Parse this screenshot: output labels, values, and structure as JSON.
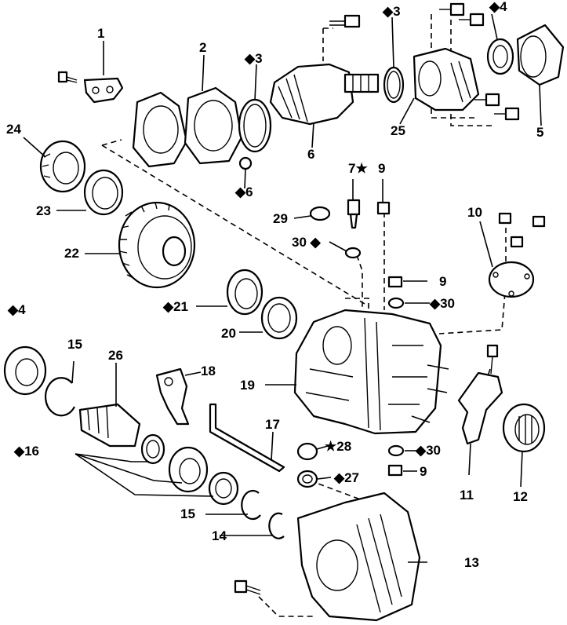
{
  "symbols": {
    "diamond": "◆",
    "star": "★"
  },
  "labels": [
    {
      "id": "l1",
      "text": "1"
    },
    {
      "id": "l2",
      "text": "2"
    },
    {
      "id": "l3a",
      "text": "3",
      "mark": "diamond"
    },
    {
      "id": "l3b",
      "text": "3",
      "mark": "diamond"
    },
    {
      "id": "l4a",
      "text": "4",
      "mark": "diamond"
    },
    {
      "id": "l4b",
      "text": "4",
      "mark": "diamond"
    },
    {
      "id": "l5",
      "text": "5"
    },
    {
      "id": "l6a",
      "text": "6"
    },
    {
      "id": "l6b",
      "text": "6",
      "mark": "diamond"
    },
    {
      "id": "l7",
      "text": "7",
      "mark": "star"
    },
    {
      "id": "l9a",
      "text": "9"
    },
    {
      "id": "l9b",
      "text": "9"
    },
    {
      "id": "l9c",
      "text": "9"
    },
    {
      "id": "l10",
      "text": "10"
    },
    {
      "id": "l11",
      "text": "11"
    },
    {
      "id": "l12",
      "text": "12"
    },
    {
      "id": "l13",
      "text": "13"
    },
    {
      "id": "l14",
      "text": "14"
    },
    {
      "id": "l15a",
      "text": "15"
    },
    {
      "id": "l15b",
      "text": "15"
    },
    {
      "id": "l16",
      "text": "16",
      "mark": "diamond"
    },
    {
      "id": "l17",
      "text": "17"
    },
    {
      "id": "l18",
      "text": "18"
    },
    {
      "id": "l19",
      "text": "19"
    },
    {
      "id": "l20",
      "text": "20"
    },
    {
      "id": "l21",
      "text": "21",
      "mark": "diamond"
    },
    {
      "id": "l22",
      "text": "22"
    },
    {
      "id": "l23",
      "text": "23"
    },
    {
      "id": "l24",
      "text": "24"
    },
    {
      "id": "l25",
      "text": "25"
    },
    {
      "id": "l26",
      "text": "26"
    },
    {
      "id": "l27",
      "text": "27",
      "mark": "diamond"
    },
    {
      "id": "l28",
      "text": "28",
      "mark": "star"
    },
    {
      "id": "l29",
      "text": "29"
    },
    {
      "id": "l30a",
      "text": "30",
      "mark": "diamond"
    },
    {
      "id": "l30b",
      "text": "30",
      "mark": "diamond"
    },
    {
      "id": "l30c",
      "text": "30",
      "mark": "diamond"
    }
  ]
}
